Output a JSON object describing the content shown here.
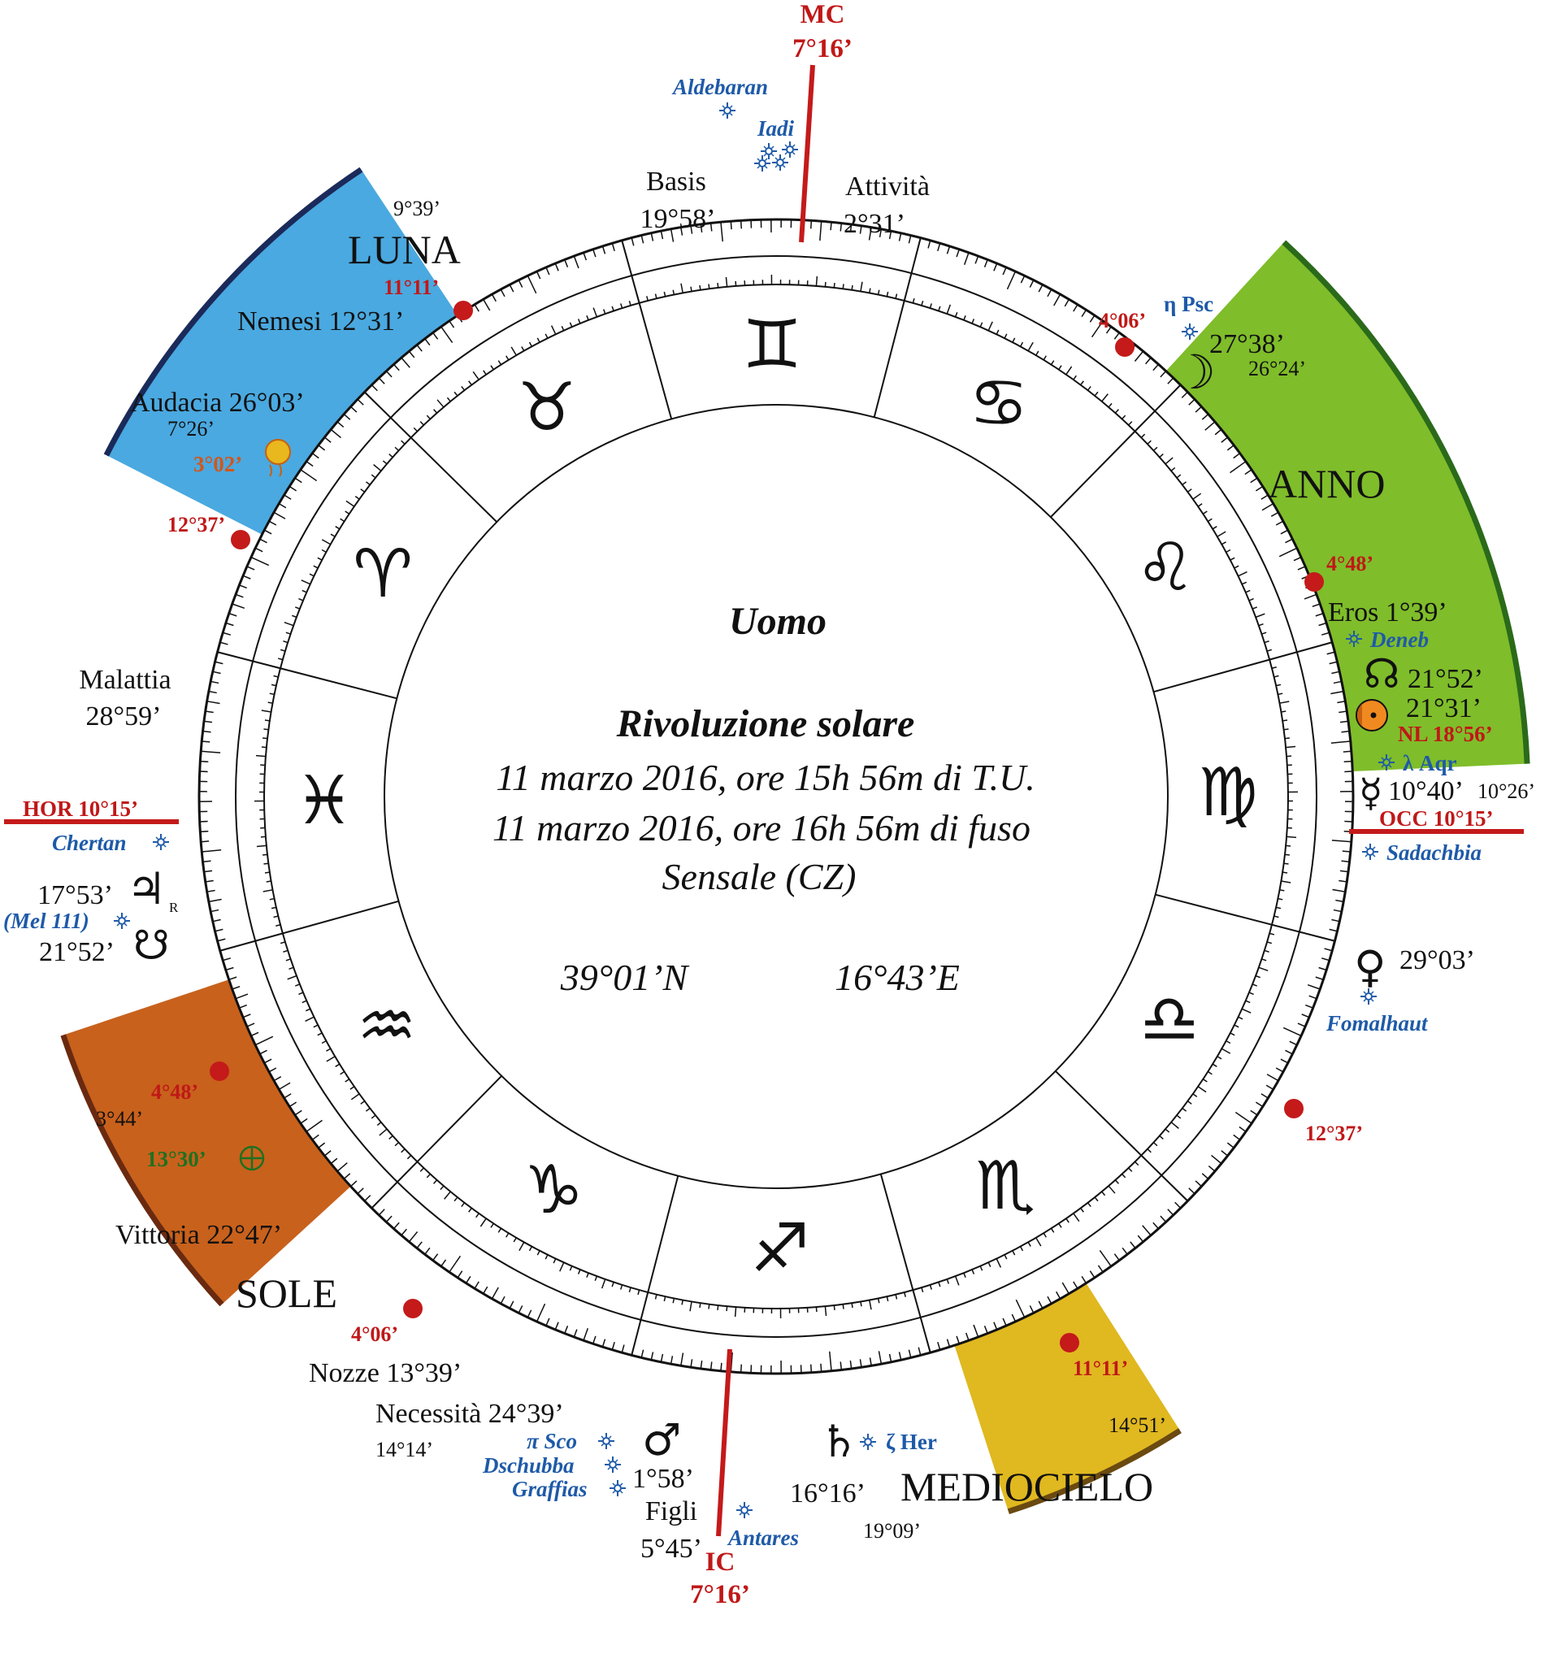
{
  "center": {
    "title": "Uomo",
    "subtitle": "Rivoluzione solare",
    "line1": "11 marzo 2016, ore 15h 56m di T.U.",
    "line2": "11 marzo 2016, ore 16h 56m di fuso",
    "place": "Sensale (CZ)",
    "lat": "39°01’N",
    "lon": "16°43’E"
  },
  "axes": {
    "mc_label": "MC",
    "mc_deg": "7°16’",
    "ic_label": "IC",
    "ic_deg": "7°16’",
    "hor": "HOR 10°15’",
    "occ": "OCC 10°15’"
  },
  "sectors": {
    "luna": {
      "name": "LUNA",
      "deg_top": "9°39’",
      "deg_bottom": "7°26’"
    },
    "anno": {
      "name": "ANNO",
      "deg_top": "26°24’",
      "deg_bottom": "10°26’"
    },
    "sole": {
      "name": "SOLE",
      "deg_top": "3°44’",
      "deg_bottom": "14°14’"
    },
    "mediocielo": {
      "name": "MEDIOCIELO",
      "deg_top": "14°51’",
      "deg_bottom": "19°09’"
    }
  },
  "lots": {
    "basis_name": "Basis",
    "basis_deg": "19°58’",
    "attivita_name": "Attività",
    "attivita_deg": "2°31’",
    "malattia_name": "Malattia",
    "malattia_deg": "28°59’",
    "figli_name": "Figli",
    "figli_deg": "5°45’",
    "nemesi": "Nemesi 12°31’",
    "audacia": "Audacia 26°03’",
    "eros": "Eros 1°39’",
    "vittoria": "Vittoria 22°47’",
    "nozze": "Nozze 13°39’",
    "necessita": "Necessità 24°39’"
  },
  "red_points": {
    "luna_top": "11°11’",
    "luna_side": "4°06’",
    "left_upper": "12°37’",
    "anno": "4°48’",
    "sole": "4°48’",
    "sole_low": "4°06’",
    "right_lower": "12°37’",
    "medio": "11°11’"
  },
  "stars": {
    "aldebaran": "Aldebaran",
    "iadi": "Iadi",
    "eta_psc": "η Psc",
    "deneb": "Deneb",
    "lambda_aqr": "λ Aqr",
    "sadachbia": "Sadachbia",
    "fomalhaut": "Fomalhaut",
    "chertan": "Chertan",
    "mel111": "(Mel 111)",
    "pi_sco": "π Sco",
    "dschubba": "Dschubba",
    "graffias": "Graffias",
    "antares": "Antares",
    "zeta_her": "ζ Her"
  },
  "planets": {
    "moon_deg": "27°38’",
    "node_deg": "21°52’",
    "sun_deg": "21°31’",
    "nl": "NL 18°56’",
    "mercury_deg": "10°40’",
    "venus_deg": "29°03’",
    "jupiter_deg": "17°53’",
    "jupiter_retro": "R",
    "south_node_deg": "21°52’",
    "mars_deg": "1°58’",
    "saturn_deg": "16°16’",
    "eclipse_deg": "3°02’",
    "earth_deg": "13°30’"
  },
  "signs": [
    {
      "name": "gemini",
      "glyph": "♊"
    },
    {
      "name": "taurus",
      "glyph": "♉"
    },
    {
      "name": "aries",
      "glyph": "♈"
    },
    {
      "name": "pisces",
      "glyph": "♓"
    },
    {
      "name": "aquarius",
      "glyph": "♒"
    },
    {
      "name": "capricorn",
      "glyph": "♑"
    },
    {
      "name": "sagittarius",
      "glyph": "♐"
    },
    {
      "name": "scorpio",
      "glyph": "♏"
    },
    {
      "name": "libra",
      "glyph": "♎"
    },
    {
      "name": "virgo",
      "glyph": "♍"
    },
    {
      "name": "leo",
      "glyph": "♌"
    },
    {
      "name": "cancer",
      "glyph": "♋"
    }
  ],
  "colors": {
    "luna": "#4aa9e0",
    "anno": "#7fbd2a",
    "sole": "#c8611c",
    "mediocielo": "#e0b820",
    "axis": "#c41a1a",
    "star": "#1e5aa8"
  }
}
